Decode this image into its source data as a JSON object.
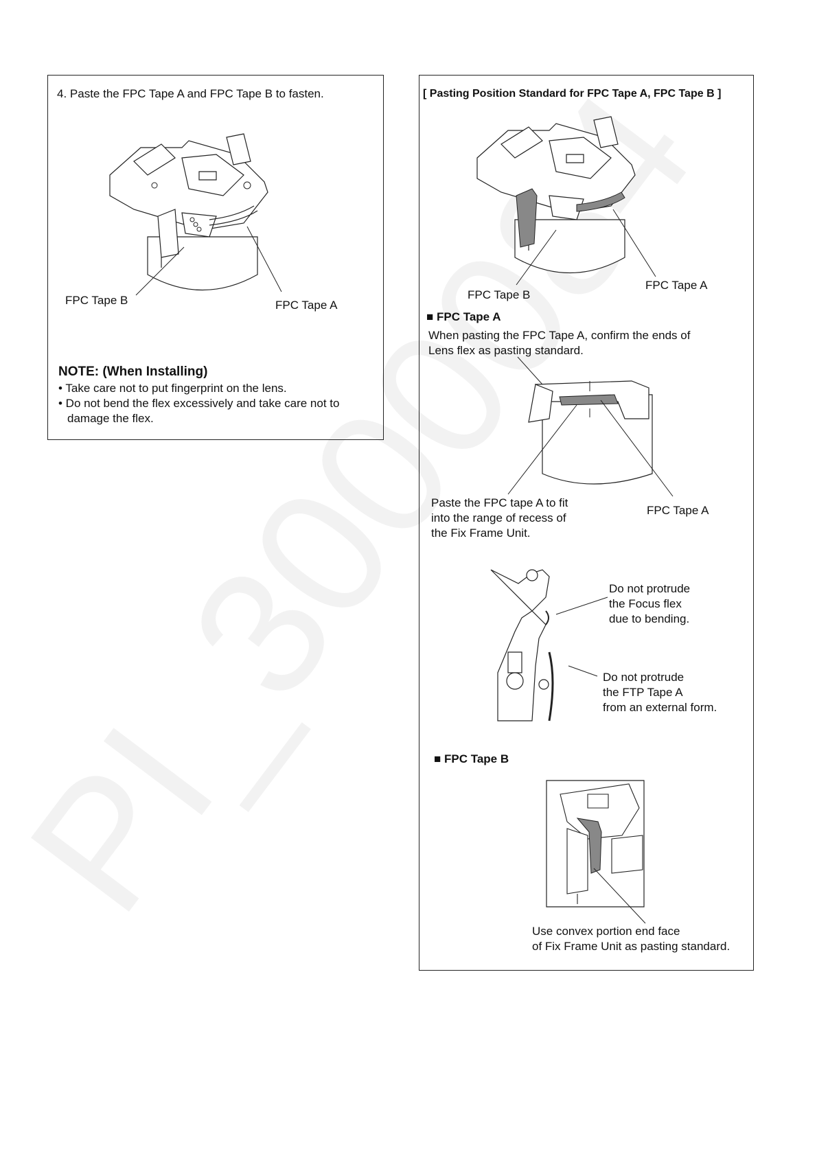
{
  "left_panel": {
    "step_text": "4. Paste the FPC Tape A and FPC Tape B to fasten.",
    "label_tape_b": "FPC Tape B",
    "label_tape_a": "FPC Tape A",
    "note_title": "NOTE: (When Installing)",
    "note_items": [
      "• Take care not to put fingerprint on the lens.",
      "• Do not bend the flex excessively and take care not to",
      "damage the flex."
    ]
  },
  "right_panel": {
    "title": "[ Pasting Position Standard for FPC Tape A, FPC Tape B ]",
    "fig1_label_b": "FPC Tape B",
    "fig1_label_a": "FPC Tape A",
    "section_a_title": "■ FPC Tape A",
    "section_a_text": [
      "When pasting the FPC Tape A, confirm the ends of",
      "Lens flex as pasting standard."
    ],
    "fig2_left_text": [
      "Paste the FPC tape A to fit",
      "into the range of recess of",
      "the Fix Frame Unit."
    ],
    "fig2_right_label": "FPC Tape A",
    "fig3_note1": [
      "Do not protrude",
      "the Focus flex",
      "due to bending."
    ],
    "fig3_note2": [
      "Do not protrude",
      "the FTP Tape A",
      "from an external form."
    ],
    "section_b_title": "■ FPC Tape B",
    "fig4_caption": [
      "Use convex portion end face",
      "of Fix Frame Unit as pasting standard."
    ]
  },
  "watermark": "PI_3000084"
}
